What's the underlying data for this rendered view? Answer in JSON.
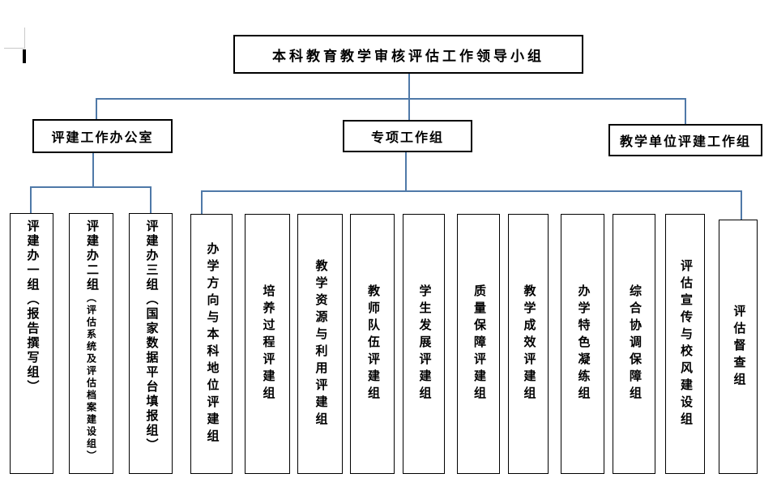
{
  "colors": {
    "connector_line": "#4f79a8",
    "box_border": "#000000",
    "background": "#ffffff",
    "text": "#000000"
  },
  "root": {
    "label": "本科教育教学审核评估工作领导小组"
  },
  "level2": [
    {
      "label": "评建工作办公室"
    },
    {
      "label": "专项工作组"
    },
    {
      "label": "教学单位评建工作组"
    }
  ],
  "office_groups": [
    {
      "main": "评建办一组",
      "sub": "（报告撰写组）"
    },
    {
      "main": "评建办二组",
      "sub": "（评估系统及评估档案建设组）"
    },
    {
      "main": "评建办三组",
      "sub": "（国家数据平台填报组）"
    }
  ],
  "special_groups": [
    {
      "label": "办学方向与本科地位评建组"
    },
    {
      "label": "培养过程评建组"
    },
    {
      "label": "教学资源与利用评建组"
    },
    {
      "label": "教师队伍评建组"
    },
    {
      "label": "学生发展评建组"
    },
    {
      "label": "质量保障评建组"
    },
    {
      "label": "教学成效评建组"
    },
    {
      "label": "办学特色凝练组"
    },
    {
      "label": "综合协调保障组"
    },
    {
      "label": "评估宣传与校风建设组"
    },
    {
      "label": "评估督查组"
    }
  ]
}
